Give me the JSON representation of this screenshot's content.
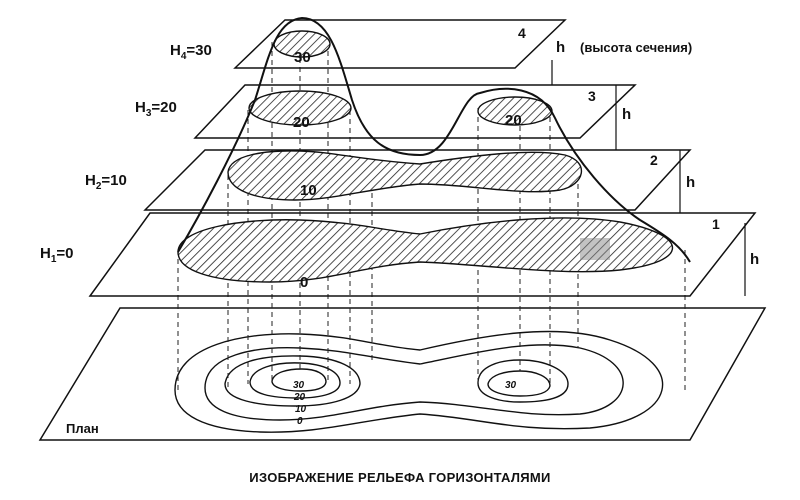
{
  "planes": {
    "h4": {
      "label_main": "H",
      "label_sub": "4",
      "label_rest": "=30",
      "number": "4",
      "section": "30"
    },
    "h3": {
      "label_main": "H",
      "label_sub": "3",
      "label_rest": "=20",
      "number": "3",
      "section_left": "20",
      "section_right": "20"
    },
    "h2": {
      "label_main": "H",
      "label_sub": "2",
      "label_rest": "=10",
      "number": "2",
      "section": "10"
    },
    "h1": {
      "label_main": "H",
      "label_sub": "1",
      "label_rest": "=0",
      "number": "1",
      "section": "0"
    }
  },
  "interval": {
    "symbol": "h",
    "note": "(высота сечения)"
  },
  "plan": {
    "label": "План",
    "contours": [
      "30",
      "20",
      "10",
      "0"
    ],
    "right_peak": "30"
  },
  "caption": "ИЗОБРАЖЕНИЕ РЕЛЬЕФА ГОРИЗОНТАЛЯМИ"
}
